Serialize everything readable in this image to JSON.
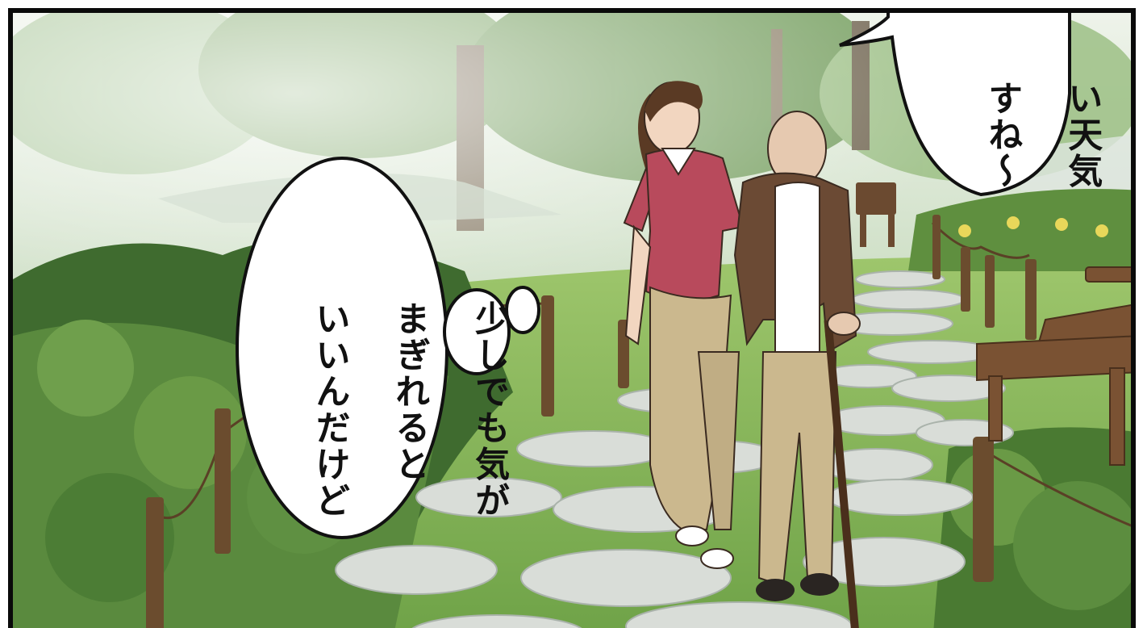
{
  "panel": {
    "thought_bubble": {
      "lines": [
        "少しでも気が",
        "まぎれると",
        "いいんだけど"
      ]
    },
    "speech_bubble": {
      "lines": [
        "い天気",
        "すね～"
      ]
    }
  },
  "colors": {
    "panel_border": "#0a0a0a",
    "foliage_dark": "#3f6b2f",
    "foliage_light": "#a9cf7a",
    "path_stone": "#d9ddd8",
    "caregiver_shirt": "#b84a5c",
    "trousers": "#cbb88e",
    "old_man_cardigan": "#6b4a34"
  }
}
